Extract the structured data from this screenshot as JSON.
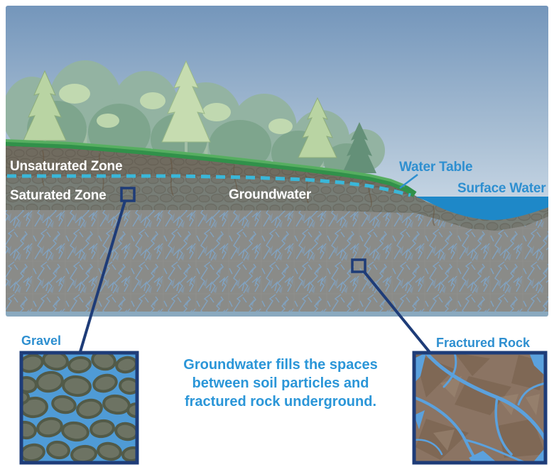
{
  "diagram": {
    "title": "Groundwater cross-section diagram",
    "scene": {
      "unsaturated_zone_label": "Unsaturated Zone",
      "saturated_zone_label": "Saturated Zone",
      "groundwater_label": "Groundwater",
      "water_table_label": "Water Table",
      "surface_water_label": "Surface Water"
    },
    "insets": {
      "gravel_label": "Gravel",
      "fractured_rock_label": "Fractured Rock"
    },
    "caption_lines": [
      "Groundwater fills the spaces",
      "between soil particles and",
      "fractured rock underground."
    ],
    "colors": {
      "label_blue": "#2e8fd0",
      "caption_blue": "#2b96d8",
      "zone_label_white": "#ffffff",
      "marker_navy": "#1e3c78",
      "water_table_dash_cyan": "#3ab7d9",
      "surface_water_blue": "#1e88c8",
      "sky_top": "#7496bb",
      "sky_bottom": "#eef3f7",
      "unsaturated_soil": "#716c60",
      "saturated_soil": "#777d76",
      "bedrock_gray": "#8a8b88",
      "fracture_blue": "#7fa3c4",
      "inset_water_blue": "#4f9bd6",
      "gravel_stone": "#6d7363",
      "fractured_rock_brown": "#8b7463",
      "grass_green": "#31914a"
    }
  }
}
